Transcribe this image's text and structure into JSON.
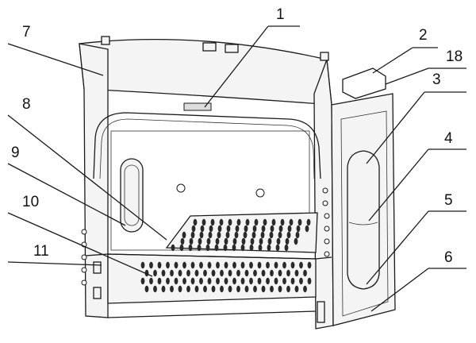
{
  "figure": {
    "callouts": [
      {
        "label": "1"
      },
      {
        "label": "2"
      },
      {
        "label": "18"
      },
      {
        "label": "3"
      },
      {
        "label": "4"
      },
      {
        "label": "5"
      },
      {
        "label": "6"
      },
      {
        "label": "7"
      },
      {
        "label": "8"
      },
      {
        "label": "9"
      },
      {
        "label": "10"
      },
      {
        "label": "11"
      }
    ]
  }
}
